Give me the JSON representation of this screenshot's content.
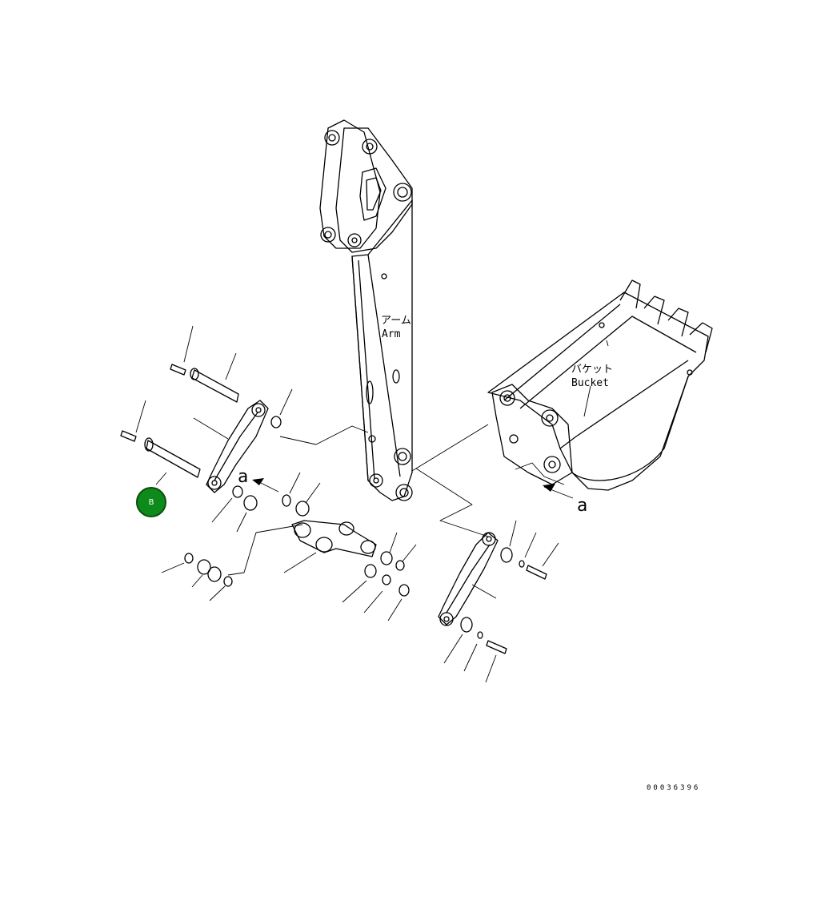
{
  "labels": {
    "arm_jp": "アーム",
    "arm_en": "Arm",
    "bucket_jp": "バケット",
    "bucket_en": "Bucket",
    "view_a_left": "a",
    "view_a_right": "a",
    "drawing_number": "00036396"
  },
  "callout": {
    "label": "B",
    "color": "#0d8a1a"
  }
}
